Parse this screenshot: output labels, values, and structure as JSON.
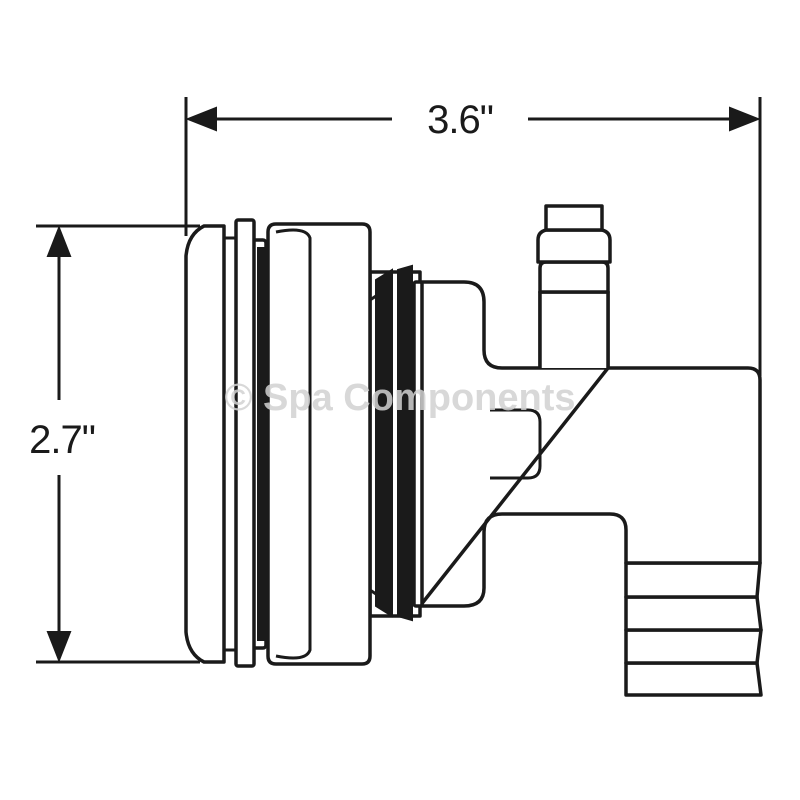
{
  "dimensions": {
    "width_label": "3.6\"",
    "height_label": "2.7\""
  },
  "watermark": {
    "text": "© Spa Components",
    "color": "#d2d2d2"
  },
  "colors": {
    "line": "#1a1a1a",
    "background": "#ffffff"
  }
}
